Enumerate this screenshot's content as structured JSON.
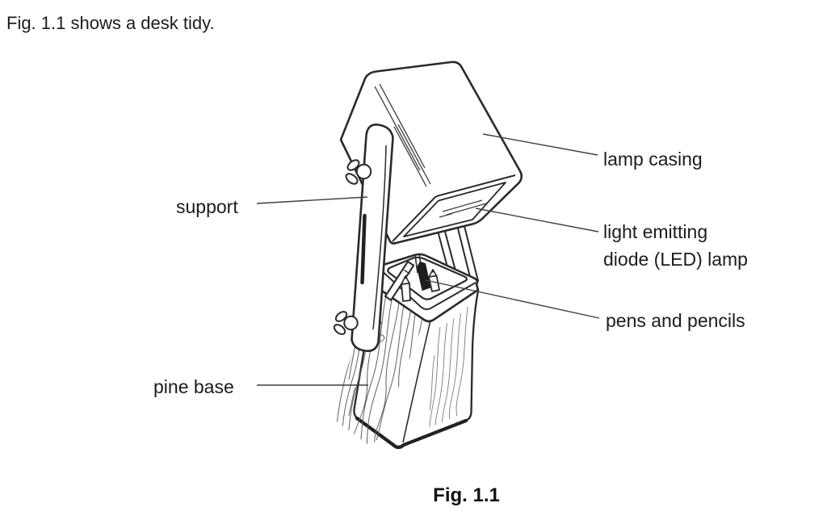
{
  "colors": {
    "background": "#ffffff",
    "ink": "#2a2a2a",
    "leader_line": "#3f3f3f",
    "text": "#1c1c1c",
    "wood_grain": "#5d5d5d"
  },
  "intro": {
    "text": "Fig. 1.1 shows a desk tidy."
  },
  "figure": {
    "caption": "Fig. 1.1",
    "labels": {
      "lamp_casing": "lamp casing",
      "support": "support",
      "led_line1": "light emitting",
      "led_line2": "diode (LED) lamp",
      "pens_and_pencils": "pens and pencils",
      "pine_base": "pine base"
    }
  }
}
